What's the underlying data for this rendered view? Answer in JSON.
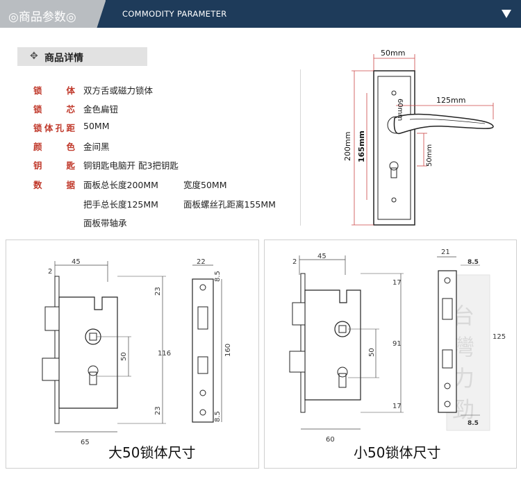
{
  "header": {
    "title": "◎商品参数◎",
    "subtitle": "COMMODITY PARAMETER"
  },
  "details": {
    "section_title": "商品详情",
    "specs": [
      {
        "label": "锁体",
        "value": "双方舌或磁力锁体"
      },
      {
        "label": "锁芯",
        "value": "金色扁钮"
      },
      {
        "label": "锁体孔距",
        "value": "50MM"
      },
      {
        "label": "颜色",
        "value": "金间黑"
      },
      {
        "label": "钥匙",
        "value": "铜钥匙电脑开 配3把钥匙"
      },
      {
        "label": "数据",
        "value": "面板总长度200MM"
      }
    ],
    "extra_lines": [
      "宽度50MM",
      "把手总长度125MM",
      "面板螺丝孔距离155MM",
      "面板带轴承"
    ]
  },
  "handle_drawing": {
    "dims": {
      "width": "50mm",
      "handle_length": "125mm",
      "handle_height": "60mm",
      "panel_length": "200mm",
      "hole_distance": "165mm",
      "cyl_distance": "50mm"
    }
  },
  "large_lock": {
    "caption": "大50锁体尺寸",
    "dims": {
      "edge": "2",
      "backset": "45",
      "top_offset": "23",
      "center": "50",
      "bottom_offset": "23",
      "height": "116",
      "body_width": "65",
      "plate_width": "22",
      "plate_top": "8.5",
      "plate_length": "160",
      "plate_bottom": "8.5"
    }
  },
  "small_lock": {
    "caption": "小50锁体尺寸",
    "dims": {
      "edge": "2",
      "backset": "45",
      "top_offset": "17",
      "center": "50",
      "height": "91",
      "bottom_offset": "17",
      "body_width": "60",
      "plate_width": "21",
      "plate_top": "8.5",
      "plate_length": "125",
      "plate_bottom": "8.5"
    }
  }
}
